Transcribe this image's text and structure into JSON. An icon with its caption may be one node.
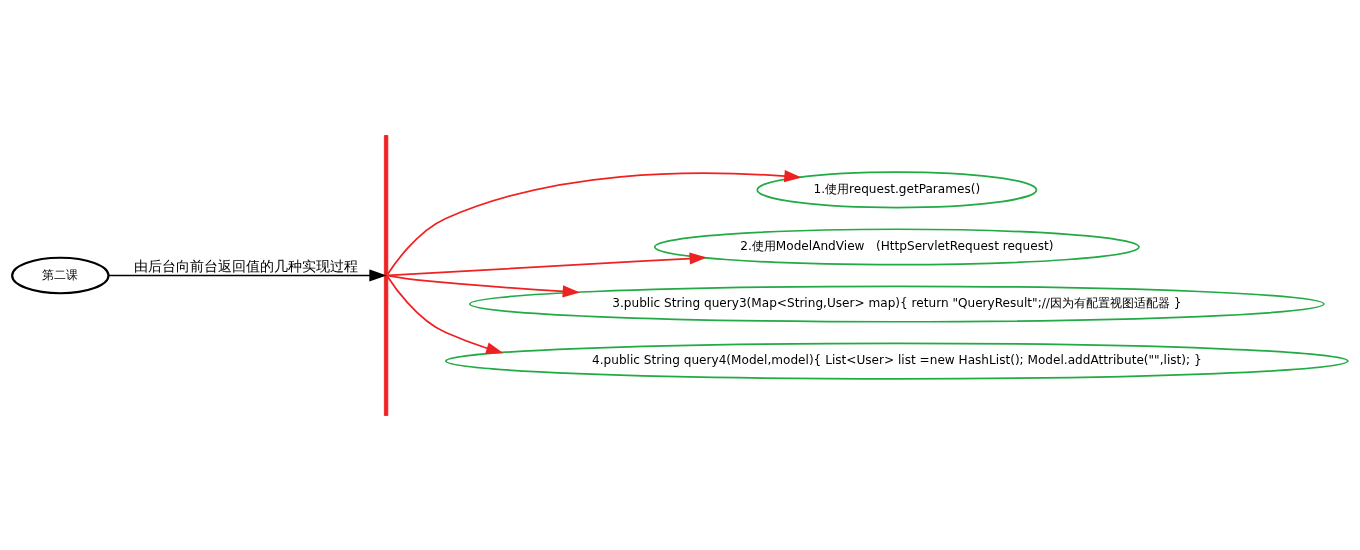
{
  "diagram": {
    "nodes": [
      {
        "text": [
          "第二课"
        ]
      },
      {
        "text": [],
        "shape": "bar"
      },
      {
        "text": [
          "1.使用request.getParames()"
        ]
      },
      {
        "text": [
          "2.使用ModelAndView   (HttpServletRequest request)"
        ]
      },
      {
        "text": [
          "3.public String query3(Map<String,User> map){ return \"QueryResult\";//因为有配置视图适配器 }"
        ]
      },
      {
        "text": [
          "4.public String query4(Model,model){ List<User> list =new HashList(); Model.addAttribute(\"\",list); }"
        ]
      }
    ],
    "edges": [
      {
        "from": 0,
        "to": 1,
        "arrow": "to",
        "label": "由后台向前台返回值的几种实现过程",
        "color": "#000000"
      },
      {
        "from": 1,
        "to": 2,
        "arrow": "to"
      },
      {
        "from": 1,
        "to": 3,
        "arrow": "to"
      },
      {
        "from": 1,
        "to": 4,
        "arrow": "to"
      },
      {
        "from": 1,
        "to": 5,
        "arrow": "to"
      }
    ]
  }
}
